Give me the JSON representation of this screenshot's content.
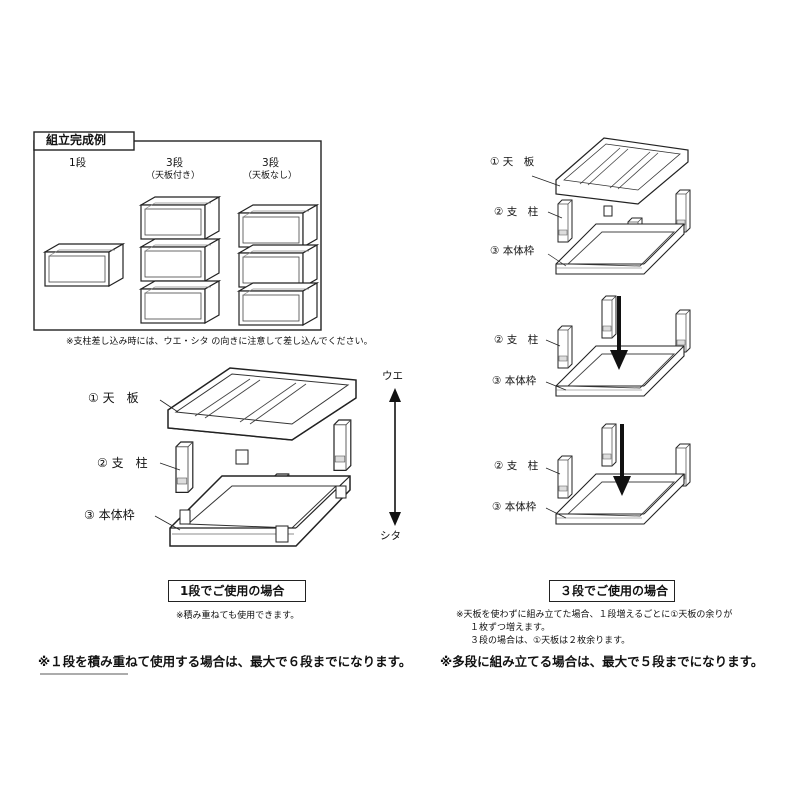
{
  "example_box": {
    "title": "組立完成例",
    "col1": "1段",
    "col2": "3段",
    "col2_sub": "（天板付き）",
    "col3": "3段",
    "col3_sub": "（天板なし）"
  },
  "insert_note": "※支柱差し込み時には、ウエ・シタ の向きに注意して差し込んでください。",
  "parts": {
    "top_plate": "① 天　板",
    "post": "② 支　柱",
    "frame": "③ 本体枠"
  },
  "direction": {
    "up": "ウエ",
    "down": "シタ"
  },
  "single": {
    "caption": "1段でご使用の場合",
    "note": "※積み重ねても使用できます。",
    "bottom_note": "※１段を積み重ねて使用する場合は、最大で６段までになります。"
  },
  "triple": {
    "caption": "３段でご使用の場合",
    "note_line1": "※天板を使わずに組み立てた場合、１段増えるごとに①天板の余りが",
    "note_line2": "１枚ずつ増えます。",
    "note_line3": "３段の場合は、①天板は２枚余ります。",
    "bottom_note": "※多段に組み立てる場合は、最大で５段までになります。"
  },
  "icons": [
    "arrow-up-down-icon",
    "arrow-down-icon"
  ]
}
